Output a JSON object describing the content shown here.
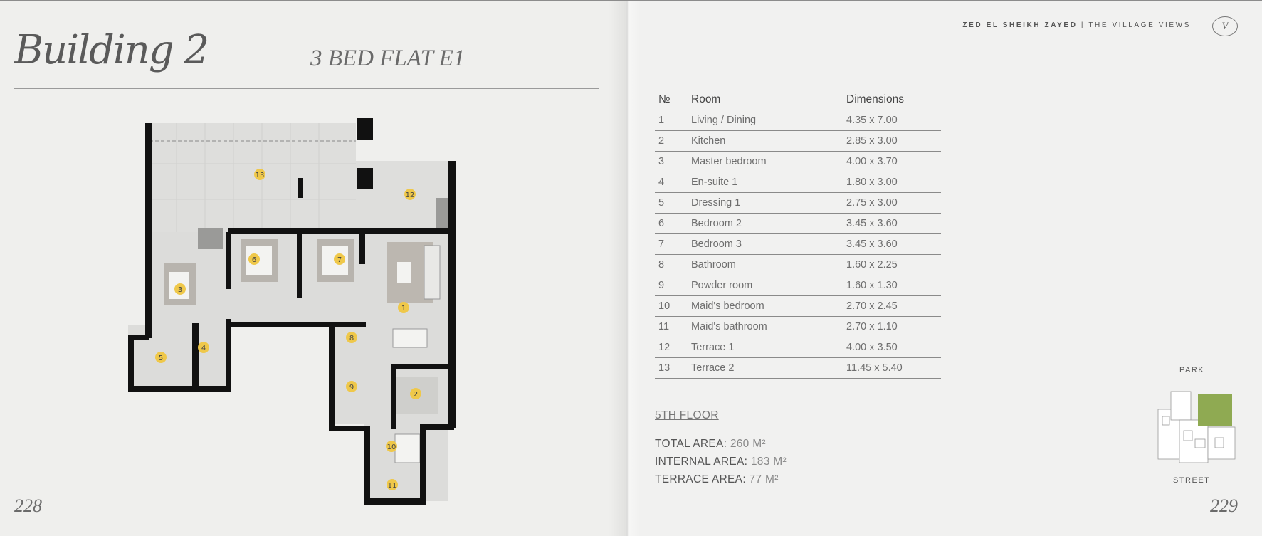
{
  "left_page": {
    "building_title": "Building 2",
    "flat_title": "3 BED FLAT E1",
    "page_number": "228",
    "room_markers": [
      "1",
      "2",
      "3",
      "4",
      "5",
      "6",
      "7",
      "8",
      "9",
      "10",
      "11",
      "12",
      "13"
    ]
  },
  "right_page": {
    "header_bold": "ZED EL SHEIKH ZAYED",
    "header_separator": "|",
    "header_light": "THE VILLAGE VIEWS",
    "logo_monogram": "V",
    "page_number": "229",
    "table": {
      "headers": [
        "№",
        "Room",
        "Dimensions"
      ],
      "rows": [
        [
          "1",
          "Living / Dining",
          "4.35 x 7.00"
        ],
        [
          "2",
          "Kitchen",
          "2.85 x 3.00"
        ],
        [
          "3",
          "Master bedroom",
          "4.00 x 3.70"
        ],
        [
          "4",
          "En-suite 1",
          "1.80 x 3.00"
        ],
        [
          "5",
          "Dressing 1",
          "2.75 x 3.00"
        ],
        [
          "6",
          "Bedroom 2",
          "3.45 x 3.60"
        ],
        [
          "7",
          "Bedroom 3",
          "3.45 x 3.60"
        ],
        [
          "8",
          "Bathroom",
          "1.60 x 2.25"
        ],
        [
          "9",
          "Powder room",
          "1.60 x 1.30"
        ],
        [
          "10",
          "Maid's bedroom",
          "2.70 x 2.45"
        ],
        [
          "11",
          "Maid's bathroom",
          "2.70 x 1.10"
        ],
        [
          "12",
          "Terrace 1",
          "4.00 x 3.50"
        ],
        [
          "13",
          "Terrace 2",
          "11.45 x 5.40"
        ]
      ]
    },
    "floor_label": "5TH FLOOR",
    "areas": [
      {
        "label": "TOTAL AREA:",
        "value": "260 M²"
      },
      {
        "label": "INTERNAL AREA:",
        "value": "183 M²"
      },
      {
        "label": "TERRACE AREA:",
        "value": "77 M²"
      }
    ],
    "keyplan": {
      "top_label": "PARK",
      "bottom_label": "STREET"
    }
  },
  "colors": {
    "marker": "#efc84a",
    "highlight": "#8faa52",
    "wall": "#111111"
  }
}
